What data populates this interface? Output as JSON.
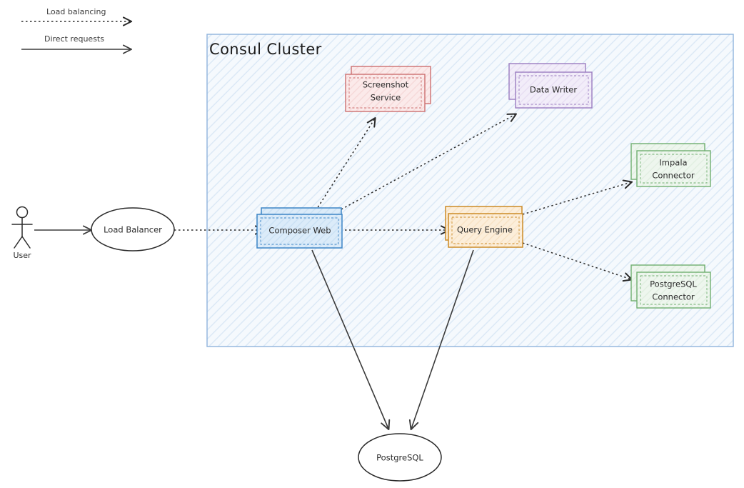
{
  "diagram": {
    "title": "Consul Cluster",
    "legend": [
      {
        "label": "Load balancing",
        "style": "dotted"
      },
      {
        "label": "Direct requests",
        "style": "solid"
      }
    ],
    "actor": {
      "label": "User",
      "icon": "stick-figure-actor-icon"
    },
    "ellipses": [
      {
        "id": "load-balancer",
        "label": "Load Balancer"
      },
      {
        "id": "postgresql",
        "label": "PostgreSQL"
      }
    ],
    "nodes": [
      {
        "id": "screenshot-service",
        "label_line1": "Screenshot",
        "label_line2": "Service",
        "color": "#c85a5a",
        "fill": "#fbe7e7"
      },
      {
        "id": "data-writer",
        "label_line1": "Data Writer",
        "label_line2": "",
        "color": "#8d6bb5",
        "fill": "#f0eaf7"
      },
      {
        "id": "impala-connector",
        "label_line1": "Impala",
        "label_line2": "Connector",
        "color": "#5aa35a",
        "fill": "#e8f3e8"
      },
      {
        "id": "postgresql-connector",
        "label_line1": "PostgreSQL",
        "label_line2": "Connector",
        "color": "#5aa35a",
        "fill": "#e8f3e8"
      },
      {
        "id": "composer-web",
        "label_line1": "Composer Web",
        "label_line2": "",
        "color": "#3d85c6",
        "fill": "#d6e8f7"
      },
      {
        "id": "query-engine",
        "label_line1": "Query Engine",
        "label_line2": "",
        "color": "#cc8b26",
        "fill": "#fbe6c8"
      }
    ],
    "colors": {
      "cluster_border": "#8fb4dd",
      "cluster_fill": "#f2f7fc",
      "hatch": "#dce9f6",
      "edge": "#3b3b3b"
    }
  }
}
